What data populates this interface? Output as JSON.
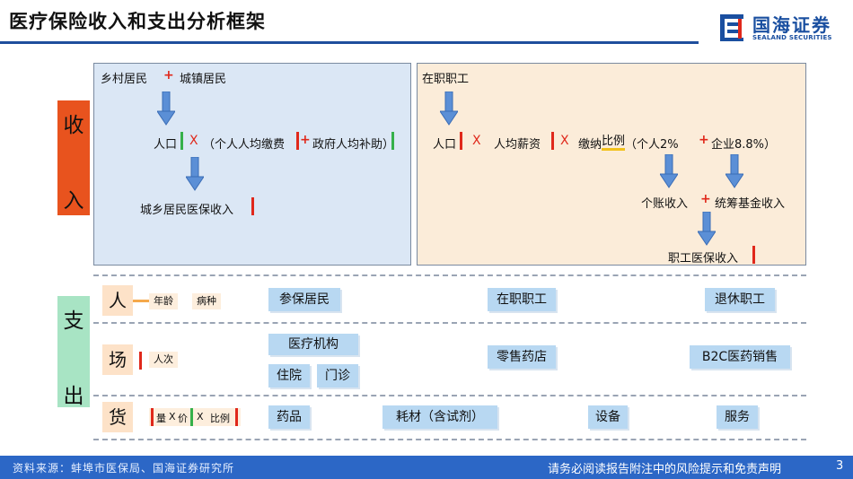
{
  "header": {
    "title": "医疗保险收入和支出分析框架",
    "logo_cn": "国海证券",
    "logo_en": "SEALAND SECURITIES"
  },
  "side_labels": {
    "income": [
      "收",
      "入"
    ],
    "spend": [
      "支",
      "出"
    ]
  },
  "income_left": {
    "rural": "乡村居民",
    "plus": "+",
    "urban": "城镇居民",
    "population": "人口",
    "times": "X",
    "paren_open": "（个人人均缴费",
    "gov_subsidy": "政府人均补助）",
    "result": "城乡居民医保收入"
  },
  "income_right": {
    "workers": "在职职工",
    "population": "人口",
    "times1": "X",
    "avg_salary": "人均薪资",
    "times2": "X",
    "ratio_prefix": "缴纳",
    "ratio_under": "比例",
    "ratio_paren": "（个人2%",
    "plus": "+",
    "enterprise": "企业8.8%）",
    "personal_income": "个账收入",
    "plus2": "+",
    "pool_income": "统筹基金收入",
    "result": "职工医保收入"
  },
  "spend": {
    "people": {
      "label": "人",
      "tags": [
        "年龄",
        "病种"
      ],
      "items": [
        "参保居民",
        "在职职工",
        "退休职工"
      ]
    },
    "place": {
      "label": "场",
      "tag": "人次",
      "items": [
        "医疗机构",
        "住院",
        "门诊",
        "零售药店",
        "B2C医药销售"
      ]
    },
    "goods": {
      "label": "货",
      "tag_qty": "量",
      "tag_times1": "X",
      "tag_price": "价",
      "tag_times2": "X",
      "tag_ratio": "比例",
      "items": [
        "药品",
        "耗材（含试剂）",
        "设备",
        "服务"
      ]
    }
  },
  "footer": {
    "source": "资料来源：蚌埠市医保局、国海证券研究所",
    "disclaimer": "请务必阅读报告附注中的风险提示和免责声明",
    "page": "3"
  },
  "colors": {
    "brand_blue": "#1f4e9c",
    "income_orange": "#e8531e",
    "spend_green": "#a8e4c4",
    "accent_red": "#e0281b",
    "accent_green": "#35b04a",
    "box_blue": "#b8d8f2"
  }
}
